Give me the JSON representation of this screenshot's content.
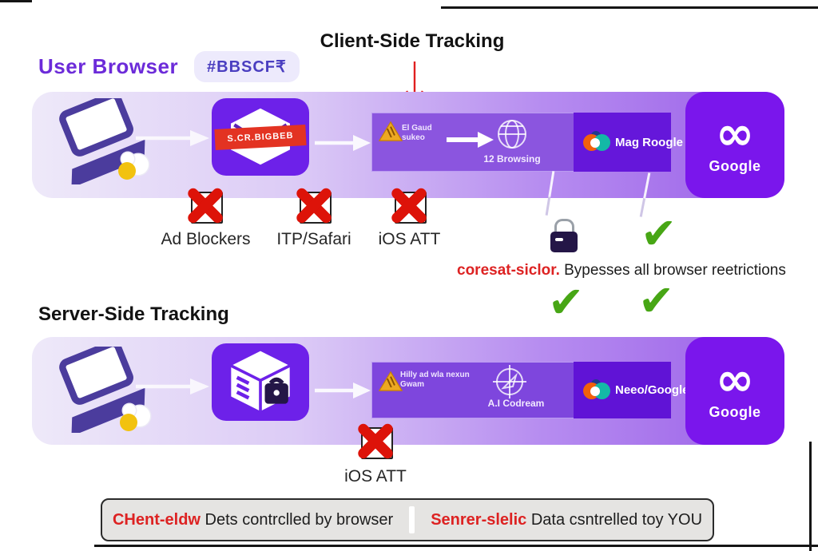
{
  "header": {
    "user_browser": "User Browser",
    "badge": "#BBSCF₹",
    "client_title": "Client-Side Tracking"
  },
  "client_flow": {
    "blocked_label": "S.CR.BIGBEB",
    "warn_line1": "El Gaud",
    "warn_line2": "sukeo",
    "browser_caption": "12 Browsing",
    "dest_label": "Mag Roogle",
    "brand": "Google"
  },
  "client_blockers": [
    {
      "label": "Ad Blockers"
    },
    {
      "label": "ITP/Safari"
    },
    {
      "label": "iOS ATT"
    }
  ],
  "bypass": {
    "red": "coresat-siclor.",
    "text": "Bypesses all browser reetrictions"
  },
  "server_flow": {
    "title": "Server-Side Tracking",
    "warn_line1": "Hilly ad wla nexun",
    "warn_line2": "Gwam",
    "compass_caption": "A.I Codream",
    "dest_label": "Neeo/Google",
    "brand": "Google",
    "blocker": "iOS ATT"
  },
  "footer": {
    "left_red": "CHent-eldw",
    "left_text": "Dets contrclled by browser",
    "right_red": "Senrer-slelic",
    "right_text": "Data csntrelled toy YOU"
  },
  "icons": {
    "meta_infinity": "∞",
    "checkmark": "✔"
  },
  "colors": {
    "accent_purple": "#7a16ec",
    "box_purple": "#6d21e9",
    "banner_light": "#eee9f9",
    "banner_deep": "#9a5fe8",
    "blocked_red": "#dd1309",
    "check_green": "#47a615",
    "caption_red": "#dd2222",
    "heading_purple": "#6c2bd9"
  }
}
